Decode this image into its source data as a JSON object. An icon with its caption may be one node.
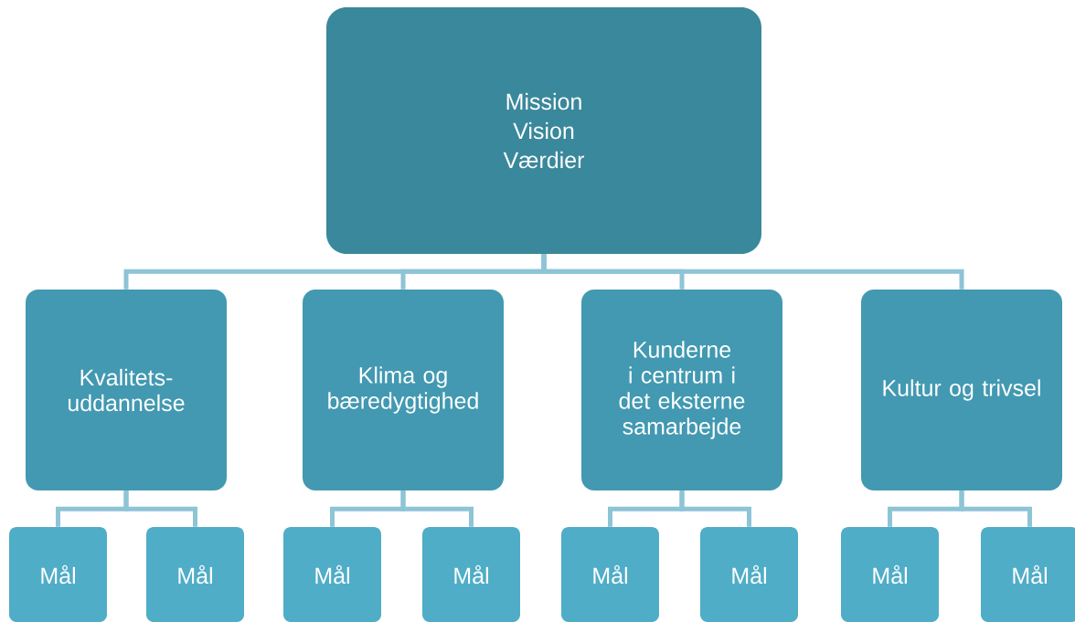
{
  "diagram": {
    "nodes": [
      {
        "text": [
          "Mission",
          "Vision",
          "Værdier"
        ]
      },
      {
        "text": [
          "Kvalitets-uddannelse"
        ]
      },
      {
        "text": [
          "Klima og bæredygtighed"
        ]
      },
      {
        "text": [
          "Kunderne i centrum i det eksterne samarbejde"
        ]
      },
      {
        "text": [
          "Kultur og trivsel"
        ]
      },
      {
        "text": [
          "Mål"
        ]
      },
      {
        "text": [
          "Mål"
        ]
      },
      {
        "text": [
          "Mål"
        ]
      },
      {
        "text": [
          "Mål"
        ]
      },
      {
        "text": [
          "Mål"
        ]
      },
      {
        "text": [
          "Mål"
        ]
      },
      {
        "text": [
          "Mål"
        ]
      },
      {
        "text": [
          "Mål"
        ]
      }
    ],
    "edges": [
      {
        "from": 0,
        "to": 1,
        "arrow": "none"
      },
      {
        "from": 0,
        "to": 2,
        "arrow": "none"
      },
      {
        "from": 0,
        "to": 3,
        "arrow": "none"
      },
      {
        "from": 0,
        "to": 4,
        "arrow": "none"
      },
      {
        "from": 1,
        "to": 5,
        "arrow": "none"
      },
      {
        "from": 1,
        "to": 6,
        "arrow": "none"
      },
      {
        "from": 2,
        "to": 7,
        "arrow": "none"
      },
      {
        "from": 2,
        "to": 8,
        "arrow": "none"
      },
      {
        "from": 3,
        "to": 9,
        "arrow": "none"
      },
      {
        "from": 3,
        "to": 10,
        "arrow": "none"
      },
      {
        "from": 4,
        "to": 11,
        "arrow": "none"
      },
      {
        "from": 4,
        "to": 12,
        "arrow": "none"
      }
    ]
  }
}
